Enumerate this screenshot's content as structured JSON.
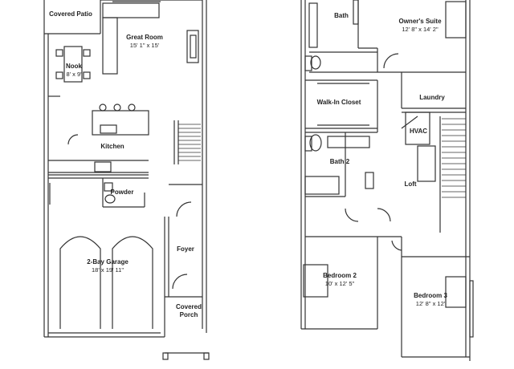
{
  "floor1": {
    "covered_patio": {
      "name": "Covered Patio"
    },
    "great_room": {
      "name": "Great Room",
      "dims": "15' 1\" x 15'"
    },
    "nook": {
      "name": "Nook",
      "dims": "8' x 9'"
    },
    "kitchen": {
      "name": "Kitchen"
    },
    "powder": {
      "name": "Powder"
    },
    "garage": {
      "name": "2-Bay Garage",
      "dims": "18' x 19' 11\""
    },
    "foyer": {
      "name": "Foyer"
    },
    "covered_porch": {
      "name": "Covered",
      "name2": "Porch"
    }
  },
  "floor2": {
    "bath": {
      "name": "Bath"
    },
    "owners_suite": {
      "name": "Owner's Suite",
      "dims": "12' 8\" x 14' 2\""
    },
    "laundry": {
      "name": "Laundry"
    },
    "walk_in_closet": {
      "name": "Walk-In Closet"
    },
    "hvac": {
      "name": "HVAC"
    },
    "bath2": {
      "name": "Bath 2"
    },
    "loft": {
      "name": "Loft"
    },
    "bedroom2": {
      "name": "Bedroom 2",
      "dims": "10' x 12' 5\""
    },
    "bedroom3": {
      "name": "Bedroom 3",
      "dims": "12' 8\" x 12'"
    }
  }
}
